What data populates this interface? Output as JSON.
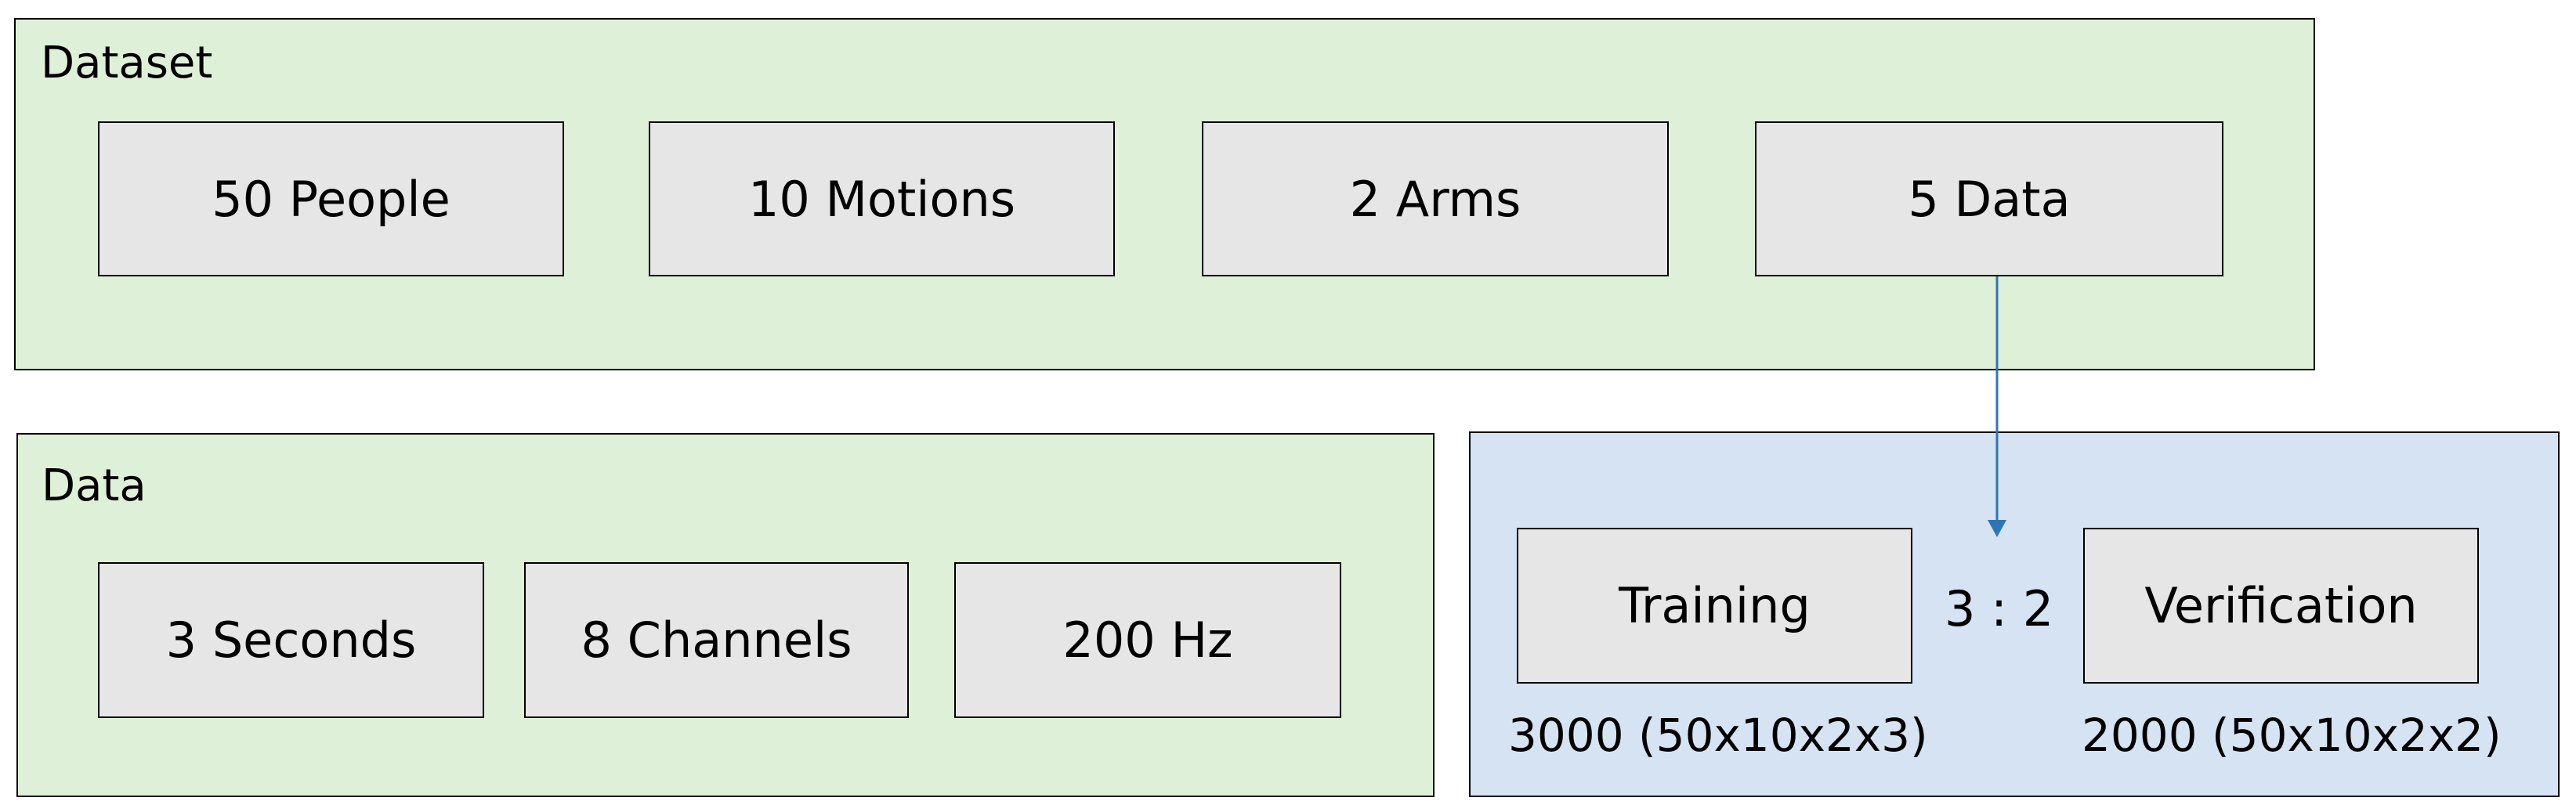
{
  "dataset": {
    "title": "Dataset",
    "items": [
      "50 People",
      "10 Motions",
      "2 Arms",
      "5 Data"
    ]
  },
  "data": {
    "title": "Data",
    "items": [
      "3 Seconds",
      "8 Channels",
      "200 Hz"
    ]
  },
  "split": {
    "training_label": "Training",
    "verification_label": "Verification",
    "ratio": "3 : 2",
    "training_count": "3000 (50x10x2x3)",
    "verification_count": "2000 (50x10x2x2)"
  },
  "colors": {
    "dataset_panel": "#dff0d9",
    "data_panel": "#dff0d9",
    "split_panel": "#d6e3f3",
    "box_fill": "#e6e6e6",
    "arrow": "#2e75b6"
  }
}
